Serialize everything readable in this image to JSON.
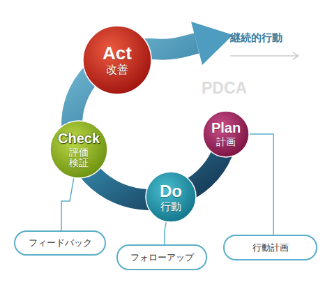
{
  "diagram": {
    "nodes": [
      {
        "text": [
          "Act",
          "改善"
        ]
      },
      {
        "text": [
          "Plan",
          "計画"
        ]
      },
      {
        "text": [
          "Check",
          "評価 検証"
        ]
      },
      {
        "text": [
          "Do",
          "行動"
        ]
      },
      {
        "text": [
          "フィードバック"
        ]
      },
      {
        "text": [
          "フォローアップ"
        ]
      },
      {
        "text": [
          "行動計画"
        ]
      }
    ],
    "edges": [
      {
        "from": 2,
        "to": 4,
        "arrow": "none"
      },
      {
        "from": 3,
        "to": 5,
        "arrow": "none"
      },
      {
        "from": 1,
        "to": 6,
        "arrow": "none"
      }
    ],
    "labels": [
      "継続的行動",
      "PDCA"
    ]
  }
}
